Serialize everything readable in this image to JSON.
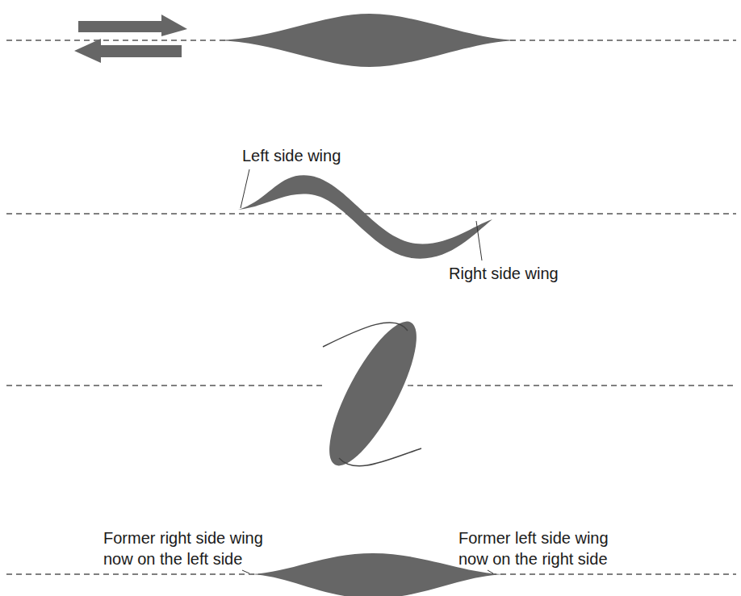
{
  "diagram": {
    "labels": [
      "Left side wing",
      "Right side wing",
      "Former right side wing now on the left side",
      "Former left side wing now on the right side"
    ]
  }
}
